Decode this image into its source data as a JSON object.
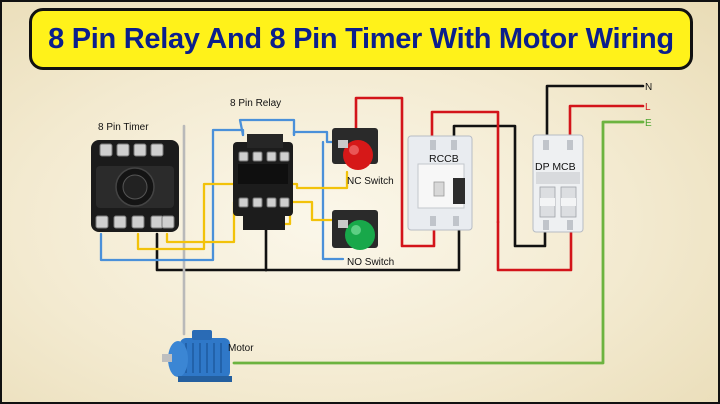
{
  "title": "8 Pin Relay And 8 Pin Timer With Motor Wiring",
  "labels": {
    "timer": "8 Pin Timer",
    "relay": "8 Pin Relay",
    "nc_switch": "NC Switch",
    "no_switch": "NO Switch",
    "rccb": "RCCB",
    "dp_mcb": "DP MCB",
    "motor": "Motor",
    "neutral": "N",
    "live": "L",
    "earth": "E"
  },
  "colors": {
    "banner": "#fff21a",
    "title_text": "#0b1f8c",
    "wire_black": "#111111",
    "wire_red": "#d3141a",
    "wire_blue": "#4a90d9",
    "wire_yellow": "#f2c20a",
    "wire_green": "#6cb33f",
    "wire_grey": "#b9b9b9",
    "nc_lamp": "#d61818",
    "no_lamp": "#18a84a",
    "motor_body": "#2f78c8"
  }
}
